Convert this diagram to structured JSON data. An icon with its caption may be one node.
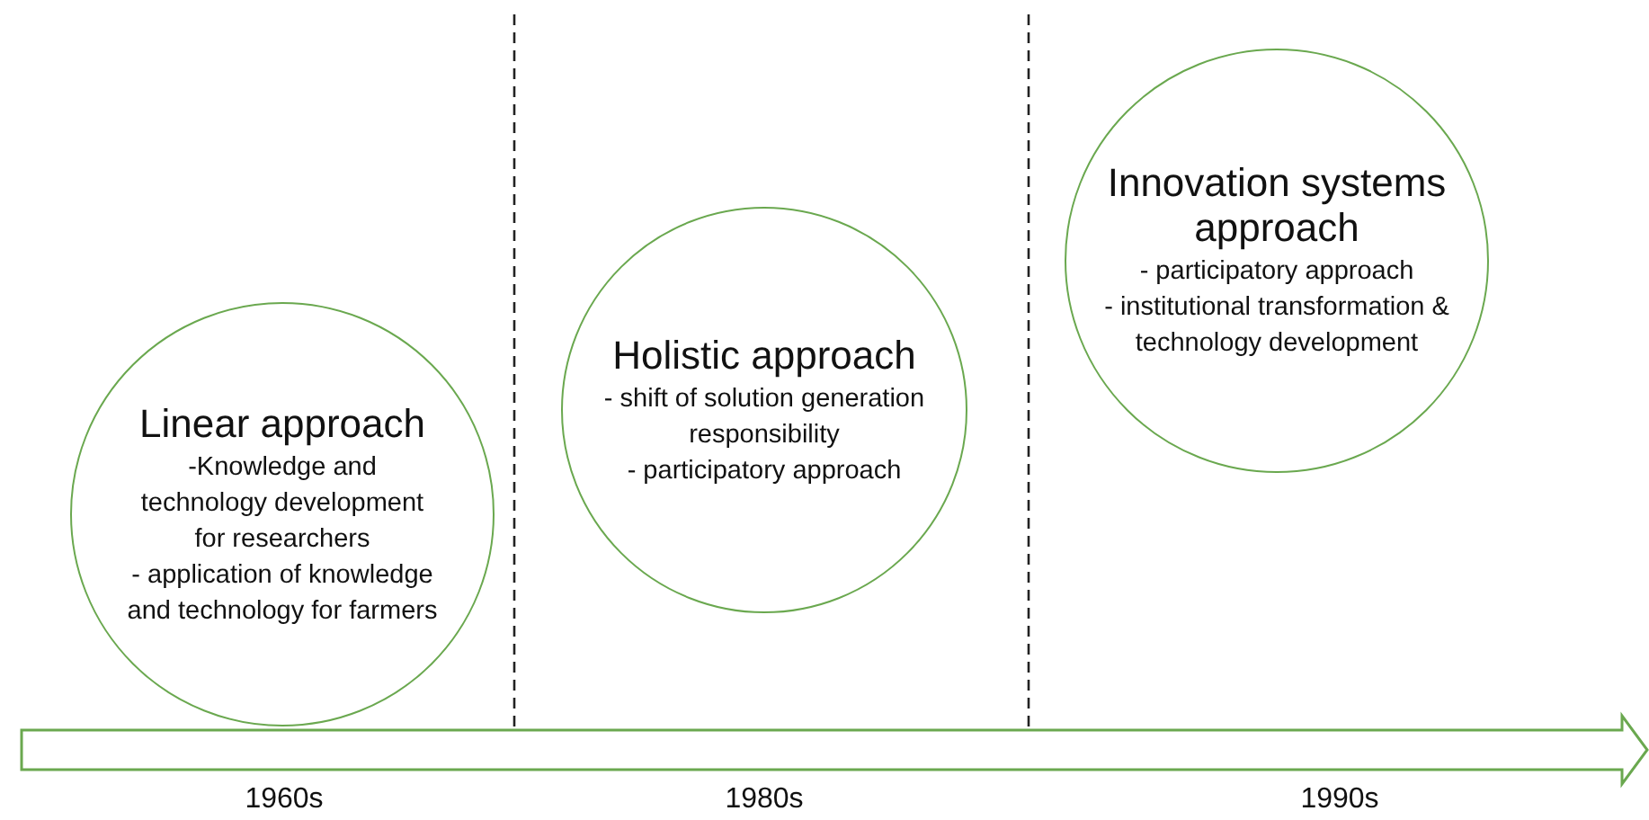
{
  "diagram": {
    "nodes": [
      {
        "text": [
          "Linear approach",
          "-Knowledge and technology development for researchers",
          "- application of knowledge and technology for farmers"
        ]
      },
      {
        "text": [
          "Holistic approach",
          "- shift of solution generation responsibility",
          "- participatory approach"
        ]
      },
      {
        "text": [
          "Innovation systems approach",
          "- participatory approach",
          "- institutional transformation & technology development"
        ]
      }
    ],
    "labels": [
      "1960s",
      "1980s",
      "1990s"
    ]
  }
}
